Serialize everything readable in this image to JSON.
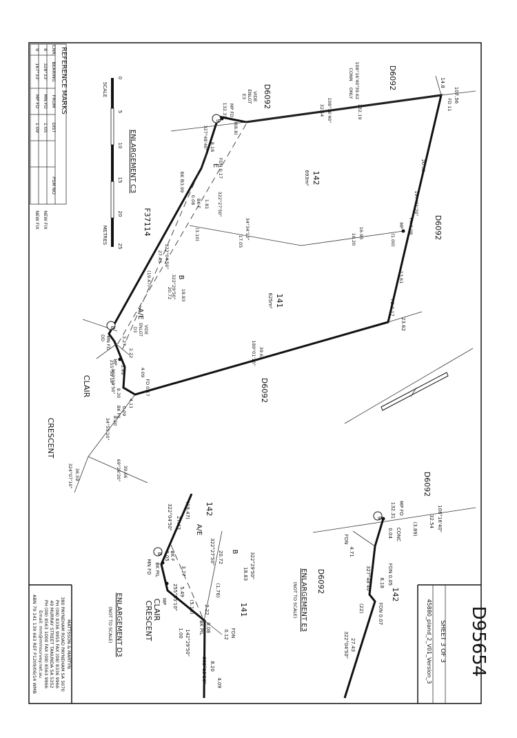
{
  "plan": {
    "number": "D95654",
    "sheet": "SHEET 3 OF 3",
    "file_version": "45880_pland_2_V01_Version_3"
  },
  "firm": {
    "lines": [
      "MATTSSON & MARTYN",
      "380 PAYNEHAM ROAD PAYNEHAM SA 5070",
      "PH (08) 8336 9955    FAX (08) 8336 9966",
      "49 MURRAY STREET TANUNDA SA 5352",
      "PH (08) 8563 1000    FAX (08) 8563 9966",
      "Email: mm@mmsurvey.net.au",
      "ABN 79 141 139 663   REF P1209/06/14  WMB"
    ]
  },
  "reference_marks": {
    "title": "REFERENCE MARKS",
    "headers": [
      "CNR",
      "BEARING",
      "FROM",
      "DIST",
      "PSM NO"
    ],
    "rows": [
      {
        "cnr": "8",
        "bearing": "328°33'",
        "from": "MN FD",
        "dist": "1.05",
        "psm": "",
        "note": "NEW FIX"
      },
      {
        "cnr": "9",
        "bearing": "167°33'",
        "from": "MP FD",
        "dist": "1.09",
        "psm": "",
        "note": "NEW FIX"
      }
    ]
  },
  "scale": {
    "title": "SCALE",
    "ticks": [
      "0",
      "5",
      "10",
      "15",
      "20",
      "25"
    ],
    "unit": "METRES"
  },
  "main_plan": {
    "parcels": [
      {
        "id": "142",
        "area": "693m²"
      },
      {
        "id": "141",
        "area": "625m²"
      }
    ],
    "road": [
      "CLAIR",
      "CRESCENT"
    ],
    "neighbours": {
      "d_top_left": "D6092",
      "d_top_right": "D6092",
      "d_right": "D6092",
      "d_bottom": "D6092",
      "f_left": "F37114"
    },
    "labels": {
      "b_107_56": "107.56",
      "b_14_8": "14.8",
      "fd11": "FD 11",
      "conn_bearing": "108°16'40\"",
      "conn_label": "CONN",
      "conn_dist": "39.62",
      "conn_only": "ONLY",
      "top_bearing": "108°16'40\"",
      "top_dist": "32.54",
      "top_dist_total": "132.19",
      "r20_33": "20.33",
      "right_bearing": "197°01'20\"",
      "fr_08": "FR 0.08",
      "mp_r": "MP",
      "b_1_00": "(1.00)",
      "mid_bearing": "34°34'10\"",
      "mid_dist": "16.93",
      "mid_dist2": "16.20",
      "mid_dist_left": "17.05",
      "b_13_61": "13.61",
      "fd_017_a": "FD 0.17",
      "b_23_62": "23.62",
      "bottom_bearing": "189°01'10\"",
      "bottom_dist": "39.63",
      "vide_enlgt_e3": [
        "VIDE",
        "ENLGT",
        "E3"
      ],
      "mp_fd_top": "MP FD",
      "b_132_31": "132.31",
      "b_68": "(68.8)",
      "corner9": "9",
      "corner8": "8",
      "b_32748": "327°48'40\"",
      "b_818": "8.18",
      "fdn_017": "FDN 0.17",
      "letter_e": "E",
      "bk_f_label": "BK F",
      "b_33_99": "33.99",
      "bk_f_008": "0.08",
      "bk_f": "BK F",
      "b_322_27": "322°27'50\"",
      "b_1_81": "1.81",
      "b_3_10": "(3.10)",
      "left_bearing": "322°04'50\"",
      "left_dist": "27.43",
      "left_paren": "(19.47)",
      "letter_b": "B",
      "b_20_72": "20.72",
      "b_18_83": "18.83",
      "b_322_29": "322°29'50\"",
      "letter_ae": "A/E",
      "vide_enlgt_d3": [
        "VIDE",
        "ENLGT",
        "D3"
      ],
      "b_3_27": "3.27",
      "b_2_22": "2.22",
      "dd": "DD",
      "mn_fd": "MN FD",
      "mp": "MP",
      "b_5_49": "5.49",
      "b_255": "255°55'10\"",
      "b_8_20": "8.20",
      "b_302": "302°19'50\"",
      "b_4_09": "4.09",
      "fd_017": "FD 0.17",
      "b_4_11": "4.11",
      "b_0_09": "0.09",
      "bk_pil": "BK PIL",
      "road_bearing": "34°55'10\"",
      "road_dist": "8.20",
      "b_39_66": "39.66",
      "b_69": "69°28'20\"",
      "b_36": "36.59",
      "b_324": "324°07'10\""
    }
  },
  "enlargement_c3": {
    "title": "ENLARGEMENT C3"
  },
  "enlargement_e3": {
    "title": "ENLARGEMENT E3",
    "subtitle": "(NOT TO SCALE)",
    "labels": {
      "d_top": "D6092",
      "d_bottom": "D6092",
      "parcel": "142",
      "mp_fd": "MP FD",
      "b_132_31": "132.31",
      "corner9": "9",
      "b_108": "108°16'40\"",
      "b_32_54": "32.54",
      "b_3_89": "(3.89)",
      "conc": "CONC",
      "b_004": "0.04",
      "fdn": "FDN",
      "b_471": "4.71",
      "b_327": "327°48'40\"",
      "b_818": "8.18",
      "fdn_005": "FDN 0.05",
      "b_22": "(22)",
      "fdn_007": "FDN 0.07",
      "b_322": "322°04'50\"",
      "b_27_43": "27.43"
    }
  },
  "enlargement_d3": {
    "title": "ENLARGEMENT D3",
    "subtitle": "(NOT TO SCALE)",
    "labels": {
      "parcel_142": "142",
      "parcel_141": "141",
      "road": [
        "CLAIR",
        "CRESCENT"
      ],
      "ae": "A/E",
      "b": "B",
      "b_322_04": "322°04'50\"",
      "b_27_43": "27.43",
      "b_19_47": "(19.47)",
      "b_322_27": "322°27'50\"",
      "b_20_72": "20.72",
      "b_322_29": "322°29'50\"",
      "b_18_83": "18.83",
      "b_1_76": "(1.76)",
      "corner8": "8",
      "bkf": "BK F",
      "b_005": "0.05",
      "mn_fd": "MN FD",
      "bk_pil": "BK PIL",
      "b_3_27": "3.27",
      "b_2_22": "2.22",
      "b_5_49": "5.49",
      "b_255": "255°55'10\"",
      "mp": "MP",
      "b_5_10": "(5.10)",
      "b_142_29": "142°29'50\"",
      "b_100": "1.00",
      "bk_pil2": "BK PIL",
      "b_008": "0.08",
      "fdn": "FDN",
      "b_012": "0.12",
      "b_8_20": "8.20",
      "b_302": "302°19'50\"",
      "b_4_09": "4.09"
    }
  }
}
